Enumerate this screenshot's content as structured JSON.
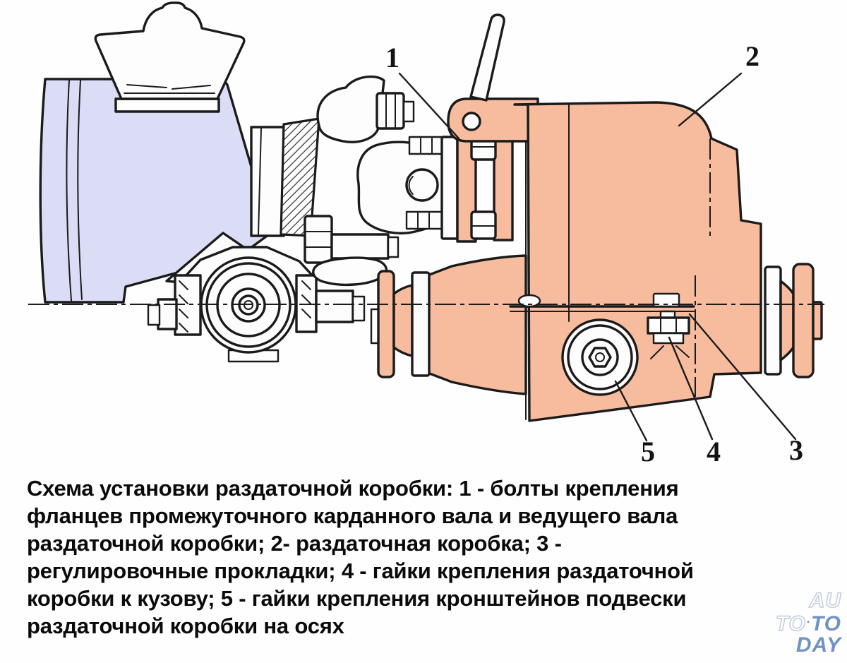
{
  "diagram": {
    "labels": [
      "1",
      "2",
      "3",
      "4",
      "5"
    ]
  },
  "caption": {
    "lines": [
      "Схема установки раздаточной коробки: 1 - болты крепления",
      "фланцев промежуточного карданного вала и ведущего вала",
      "раздаточной коробки; 2- раздаточная коробка; 3 -",
      "регулировочные прокладки; 4 - гайки крепления раздаточной",
      "коробки к кузову; 5 - гайки крепления кронштейнов подвески",
      "раздаточной коробки на осях"
    ]
  },
  "watermark": {
    "top": "AU",
    "mid_left": "TO",
    "mid_sep": "·",
    "mid_right": "TO",
    "bottom": "DAY"
  },
  "colors": {
    "gearbox": "#dbdcf6",
    "case": "#f7bb9e",
    "line": "#1b1b1b",
    "caption_text": "#0a0a0a",
    "watermark_blue": "#6f93c4",
    "watermark_outline": "#c5cede"
  }
}
